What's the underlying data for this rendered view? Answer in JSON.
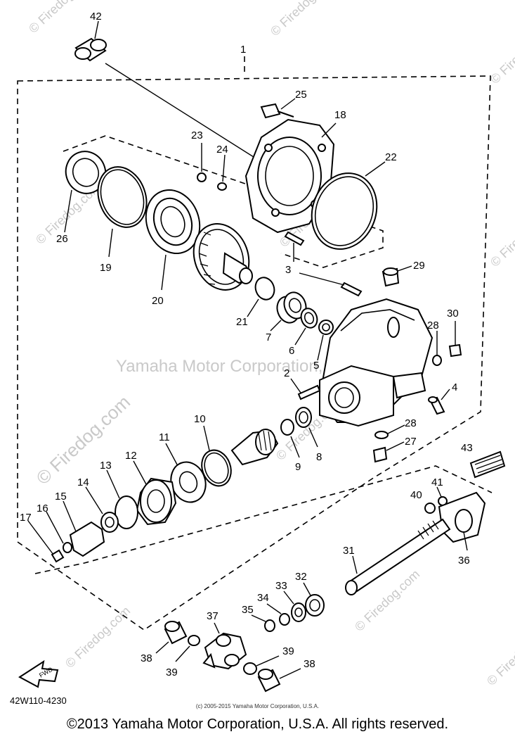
{
  "diagram": {
    "part_numbers": [
      "1",
      "2",
      "3",
      "4",
      "5",
      "6",
      "7",
      "8",
      "9",
      "10",
      "11",
      "12",
      "13",
      "14",
      "15",
      "16",
      "17",
      "18",
      "19",
      "20",
      "21",
      "22",
      "23",
      "24",
      "25",
      "26",
      "27",
      "28",
      "28",
      "29",
      "30",
      "31",
      "32",
      "33",
      "34",
      "35",
      "36",
      "37",
      "38",
      "38",
      "39",
      "39",
      "40",
      "41",
      "42",
      "43"
    ],
    "fwd_label": "FWD",
    "code": "42W110-4230"
  },
  "watermark": {
    "center_text": "Yamaha Motor Corporation, U.S.A.",
    "side_text": "© Firedog.com",
    "tile_text": "© Firedog.com"
  },
  "footer": {
    "small_copyright": "(c) 2005-2015 Yamaha Motor Corporation, U.S.A.",
    "copyright": "©2013 Yamaha Motor Corporation, U.S.A. All rights reserved."
  }
}
